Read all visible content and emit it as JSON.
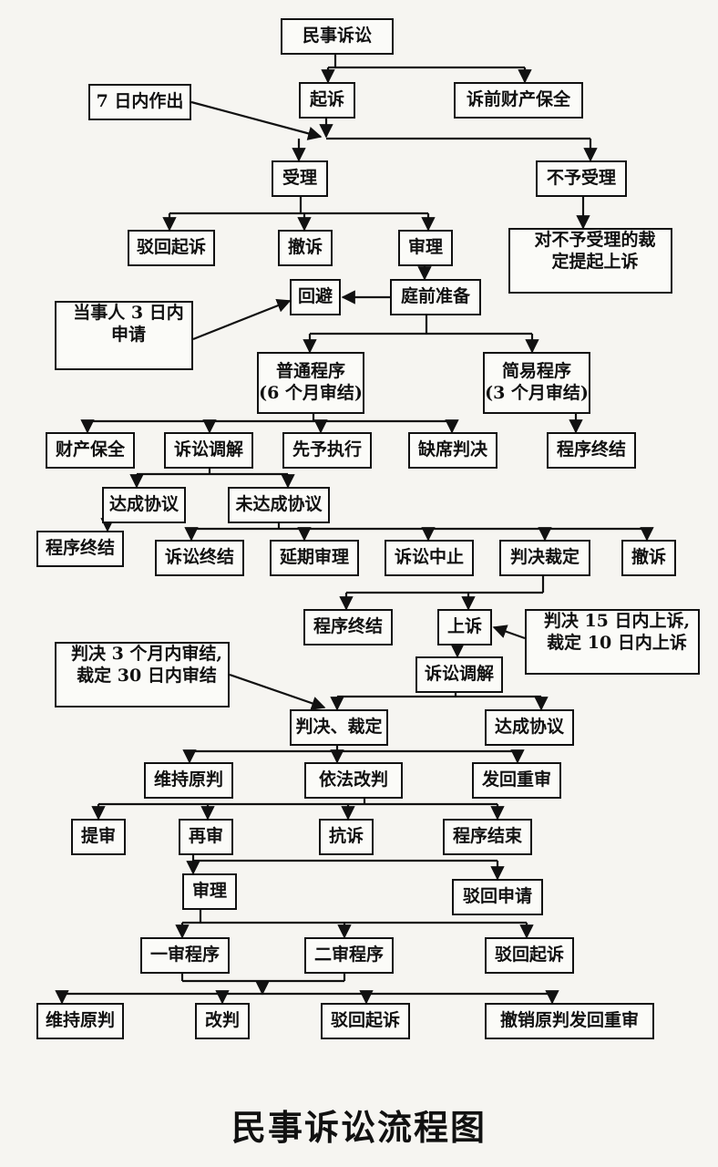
{
  "title": "民事诉讼流程图",
  "nodes": {
    "civil": "民事诉讼",
    "sue": "起诉",
    "presuit_preservation": "诉前财产保全",
    "within7": "7 日内作出",
    "accept": "受理",
    "not_accept": "不予受理",
    "reject_suit_1": "驳回起诉",
    "withdraw_1": "撤诉",
    "trial_1": "审理",
    "appeal_nonaccept_1": "对不予受理的裁",
    "appeal_nonaccept_2": "定提起上诉",
    "recusal": "回避",
    "pretrial": "庭前准备",
    "party3_1": "当事人 3 日内",
    "party3_2": "申请",
    "ordinary_1": "普通程序",
    "ordinary_2": "(6 个月审结)",
    "simple_1": "简易程序",
    "simple_2": "(3 个月审结)",
    "property_preservation": "财产保全",
    "mediation_1": "诉讼调解",
    "advance_exec": "先予执行",
    "default_judgment": "缺席判决",
    "proc_end_1": "程序终结",
    "agreement_1": "达成协议",
    "no_agreement": "未达成协议",
    "proc_end_2": "程序终结",
    "suit_end": "诉讼终结",
    "postpone": "延期审理",
    "suspend": "诉讼中止",
    "judgment_ruling": "判决裁定",
    "withdraw_2": "撤诉",
    "proc_end_3": "程序终结",
    "appeal": "上诉",
    "appeal_deadline_1": "判决 15 日内上诉,",
    "appeal_deadline_2": "裁定 10 日内上诉",
    "second_deadline_1": "判决 3 个月内审结,",
    "second_deadline_2": "裁定 30 日内审结",
    "mediation_2": "诉讼调解",
    "judgment_ruling_2": "判决、裁定",
    "agreement_2": "达成协议",
    "uphold_1": "维持原判",
    "amend_by_law": "依法改判",
    "remand_1": "发回重审",
    "bring_up": "提审",
    "retrial": "再审",
    "protest": "抗诉",
    "proc_finish": "程序结束",
    "trial_2": "审理",
    "reject_application": "驳回申请",
    "first_instance": "一审程序",
    "second_instance": "二审程序",
    "reject_suit_2": "驳回起诉",
    "uphold_2": "维持原判",
    "amend": "改判",
    "reject_suit_3": "驳回起诉",
    "revoke_remand": "撤销原判发回重审"
  }
}
